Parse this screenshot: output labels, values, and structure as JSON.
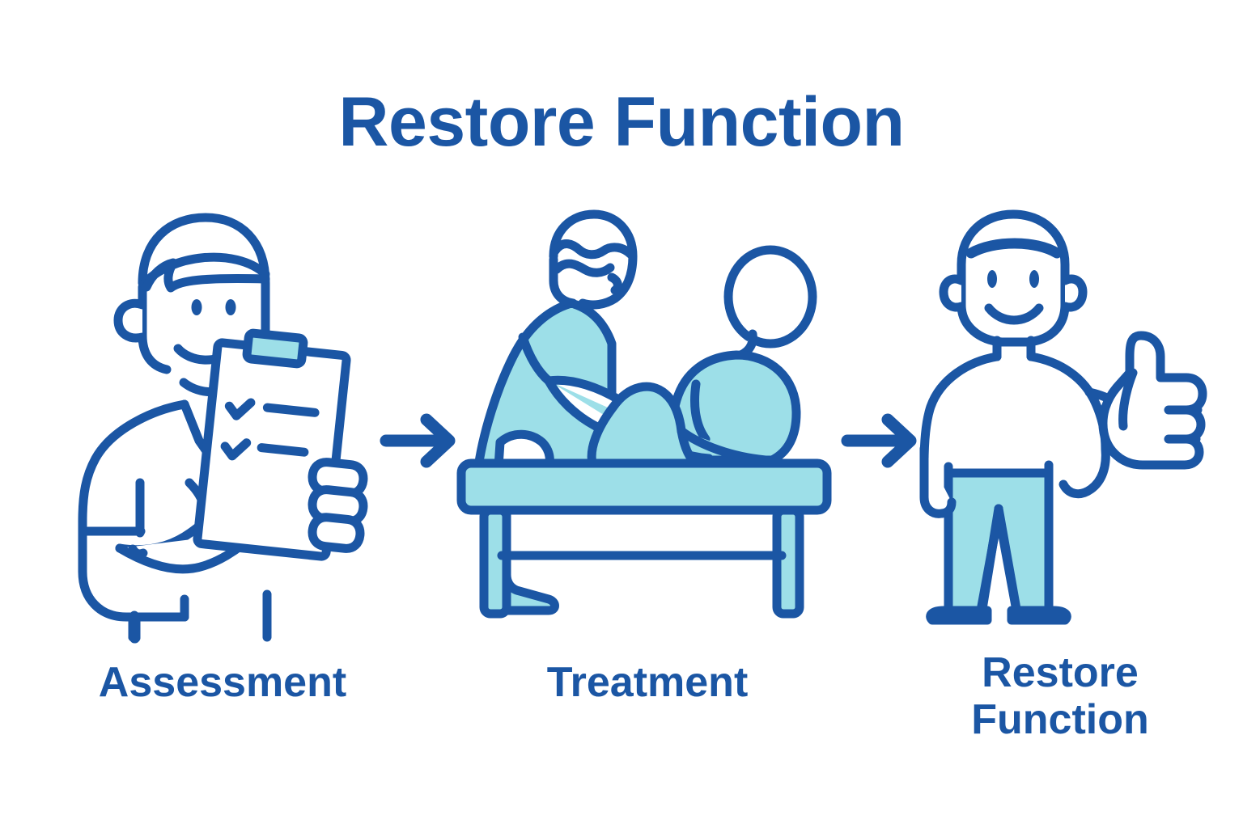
{
  "page": {
    "title": "Restore Function",
    "background_color": "#ffffff"
  },
  "colors": {
    "stroke_blue": "#1b56a4",
    "accent_teal": "#9ddfe8",
    "text_blue": "#1b56a4",
    "fill_white": "#ffffff"
  },
  "steps": [
    {
      "id": "assessment",
      "label": "Assessment",
      "icon": "therapist-with-clipboard-icon",
      "description_visual": "Man holding a clipboard with two checkmarks and two lines"
    },
    {
      "id": "treatment",
      "label": "Treatment",
      "icon": "therapist-treating-patient-on-table-icon",
      "description_visual": "Therapist in teal scrubs treating a patient's leg on a teal treatment table"
    },
    {
      "id": "restore-function",
      "label_line_1": "Restore",
      "label_line_2": "Function",
      "icon": "man-thumbs-up-icon",
      "description_visual": "Smiling man in teal pants giving a thumbs up"
    }
  ],
  "arrows": [
    {
      "id": "arrow-1",
      "icon": "arrow-right-icon",
      "from": "assessment",
      "to": "treatment"
    },
    {
      "id": "arrow-2",
      "icon": "arrow-right-icon",
      "from": "treatment",
      "to": "restore-function"
    }
  ]
}
